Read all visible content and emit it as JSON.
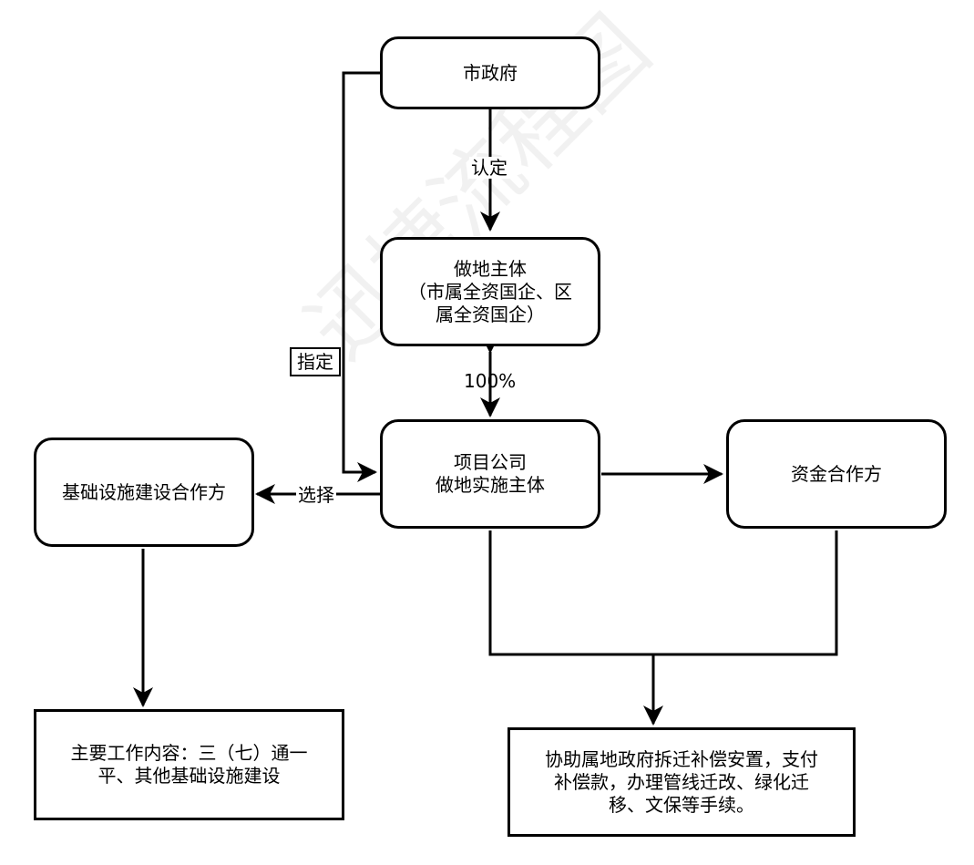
{
  "nodes": {
    "city_gov": "市政府",
    "land_entity": "做地主体\n（市属全资国企、区\n属全资国企）",
    "project_company": "项目公司\n做地实施主体",
    "capital_partner": "资金合作方",
    "infra_partner": "基础设施建设合作方",
    "main_work": "主要工作内容：三（七）通一\n平、其他基础设施建设",
    "assist_tasks": "协助属地政府拆迁补偿安置，支付\n补偿款，办理管线迁改、绿化迁\n移、文保等手续。"
  },
  "edge_labels": {
    "confirm": "认定",
    "designate": "指定",
    "hundred_percent": "100%",
    "select": "选择"
  },
  "watermark": "迅捷流程图"
}
